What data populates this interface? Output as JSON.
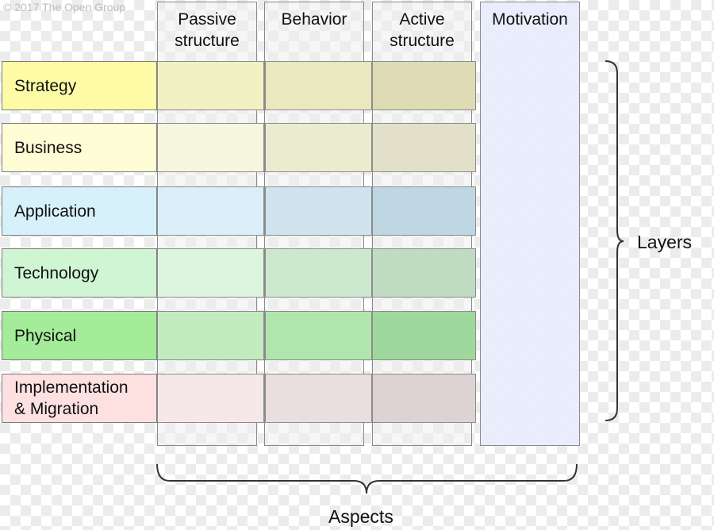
{
  "copyright": "© 2017 The Open Group",
  "columns": [
    {
      "id": "passive",
      "label": "Passive\nstructure"
    },
    {
      "id": "behavior",
      "label": "Behavior"
    },
    {
      "id": "active",
      "label": "Active\nstructure"
    },
    {
      "id": "motivation",
      "label": "Motivation"
    }
  ],
  "layers": [
    {
      "id": "strategy",
      "label": "Strategy",
      "label_color": "#fdfba6",
      "cell_colors": [
        "#f1f1c4",
        "#e9e8bf",
        "#dedbb5"
      ]
    },
    {
      "id": "business",
      "label": "Business",
      "label_color": "#fffdd6",
      "cell_colors": [
        "#f7f6df",
        "#ebebd0",
        "#e2e0c8"
      ]
    },
    {
      "id": "application",
      "label": "Application",
      "label_color": "#d7f1fb",
      "cell_colors": [
        "#daeff7",
        "#cfe4ee",
        "#bed7e3"
      ]
    },
    {
      "id": "technology",
      "label": "Technology",
      "label_color": "#d0f5d3",
      "cell_colors": [
        "#dcf5df",
        "#cce9d0",
        "#bfdcc3"
      ]
    },
    {
      "id": "physical",
      "label": "Physical",
      "label_color": "#a4ec9a",
      "cell_colors": [
        "#c2ecc0",
        "#b0e6ad",
        "#9ed89c"
      ]
    },
    {
      "id": "implementation-migration",
      "label": "Implementation\n& Migration",
      "label_color": "#fde1e0",
      "cell_colors": [
        "#f6e8e8",
        "#ebdede",
        "#ddd3d3"
      ]
    }
  ],
  "labels": {
    "layers": "Layers",
    "aspects": "Aspects"
  }
}
